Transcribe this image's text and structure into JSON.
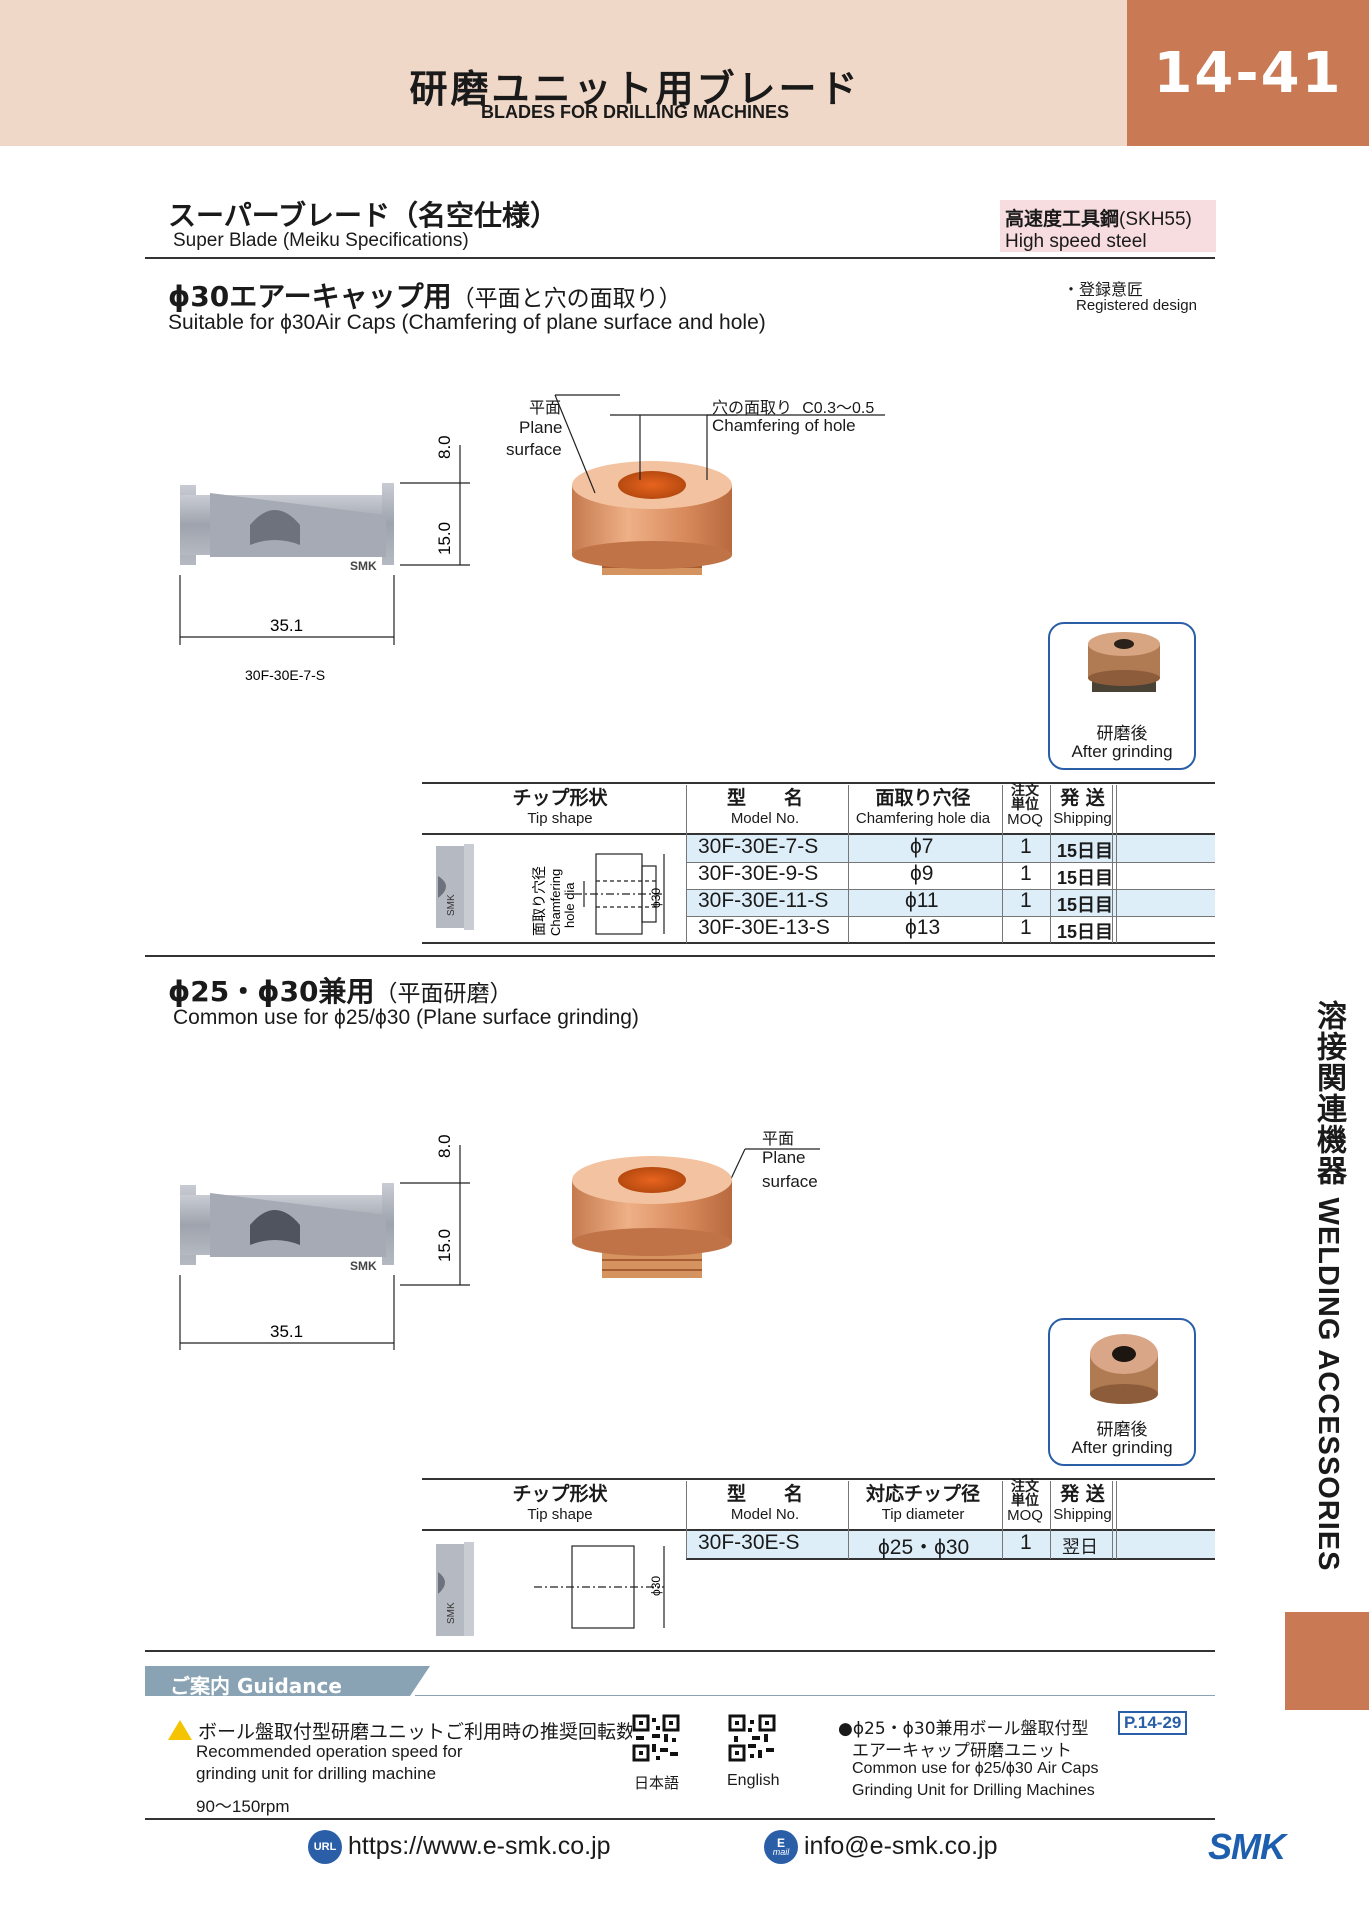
{
  "header": {
    "title_ja": "研磨ユニット用ブレード",
    "title_en": "BLADES FOR DRILLING MACHINES",
    "page_number": "14-41"
  },
  "product": {
    "name_ja": "スーパーブレード（名空仕様）",
    "name_en": "Super Blade (Meiku Specifications)",
    "material_ja": "高速度工具鋼",
    "material_code": "(SKH55)",
    "material_en": "High speed steel"
  },
  "section1": {
    "title_ja": "ϕ30エアーキャップ用",
    "title_ja_sub": "（平面と穴の面取り）",
    "title_en": "Suitable for ϕ30Air Caps (Chamfering of plane surface and hole)",
    "registered_ja": "・登録意匠",
    "registered_en": "Registered design",
    "dim_top": "8.0",
    "dim_height": "15.0",
    "dim_width": "35.1",
    "blade_model": "30F-30E-7-S",
    "label_plane_ja": "平面",
    "label_plane_en1": "Plane",
    "label_plane_en2": "surface",
    "label_chamfer_ja": "穴の面取り",
    "label_chamfer_val": "C0.3〜0.5",
    "label_chamfer_en": "Chamfering of hole",
    "after_ja": "研磨後",
    "after_en": "After grinding",
    "brand_mark": "SMK",
    "table": {
      "headers": [
        {
          "ja": "チップ形状",
          "en": "Tip shape"
        },
        {
          "ja": "型　　名",
          "en": "Model No."
        },
        {
          "ja": "面取り穴径",
          "en": "Chamfering hole dia"
        },
        {
          "ja1": "注文",
          "ja2": "単位",
          "en": "MOQ"
        },
        {
          "ja": "発 送",
          "en": "Shipping"
        }
      ],
      "diagram_label_ja": "面取り穴径",
      "diagram_label_en1": "Chamfering",
      "diagram_label_en2": "hole dia",
      "diagram_dim": "ϕ30",
      "rows": [
        {
          "model": "30F-30E-7-S",
          "dia": "ϕ7",
          "moq": "1",
          "ship": "15日目"
        },
        {
          "model": "30F-30E-9-S",
          "dia": "ϕ9",
          "moq": "1",
          "ship": "15日目"
        },
        {
          "model": "30F-30E-11-S",
          "dia": "ϕ11",
          "moq": "1",
          "ship": "15日目"
        },
        {
          "model": "30F-30E-13-S",
          "dia": "ϕ13",
          "moq": "1",
          "ship": "15日目"
        }
      ]
    }
  },
  "section2": {
    "title_ja": "ϕ25・ϕ30兼用",
    "title_ja_sub": "（平面研磨）",
    "title_en": "Common use for ϕ25/ϕ30 (Plane surface grinding)",
    "dim_top": "8.0",
    "dim_height": "15.0",
    "dim_width": "35.1",
    "label_plane_ja": "平面",
    "label_plane_en1": "Plane",
    "label_plane_en2": "surface",
    "after_ja": "研磨後",
    "after_en": "After grinding",
    "brand_mark": "SMK",
    "table": {
      "headers": [
        {
          "ja": "チップ形状",
          "en": "Tip shape"
        },
        {
          "ja": "型　　名",
          "en": "Model No."
        },
        {
          "ja": "対応チップ径",
          "en": "Tip diameter"
        },
        {
          "ja1": "注文",
          "ja2": "単位",
          "en": "MOQ"
        },
        {
          "ja": "発 送",
          "en": "Shipping"
        }
      ],
      "diagram_dim": "ϕ30",
      "rows": [
        {
          "model": "30F-30E-S",
          "dia": "ϕ25・ϕ30",
          "moq": "1",
          "ship": "翌日"
        }
      ]
    }
  },
  "side": {
    "ja": "溶接関連機器",
    "en": "WELDING ACCESSORIES"
  },
  "guidance": {
    "title": "ご案内 Guidance",
    "warn_ja": "ボール盤取付型研磨ユニットご利用時の推奨回転数",
    "warn_en1": "Recommended operation speed for",
    "warn_en2": "grinding unit for drilling machine",
    "speed": "90〜150rpm",
    "qr1_label": "日本語",
    "qr2_label": "English",
    "ref_ja1": "●ϕ25・ϕ30兼用ボール盤取付型",
    "ref_page": "P.14-29",
    "ref_ja2": "エアーキャップ研磨ユニット",
    "ref_en1": "Common use for ϕ25/ϕ30 Air Caps",
    "ref_en2": "Grinding Unit for Drilling Machines"
  },
  "footer": {
    "url_icon": "URL",
    "url": "https://www.e-smk.co.jp",
    "mail_icon1": "E",
    "mail_icon2": "mail",
    "email": "info@e-smk.co.jp",
    "logo": "SMK"
  },
  "colors": {
    "header_band": "#f0d8c8",
    "accent_copper": "#c97a54",
    "badge_pink": "#f7dde0",
    "row_blue": "#ddeef9",
    "after_border": "#2a5fa8",
    "guidance_bar": "#8aa3b4",
    "logo_blue": "#1d5fae"
  }
}
